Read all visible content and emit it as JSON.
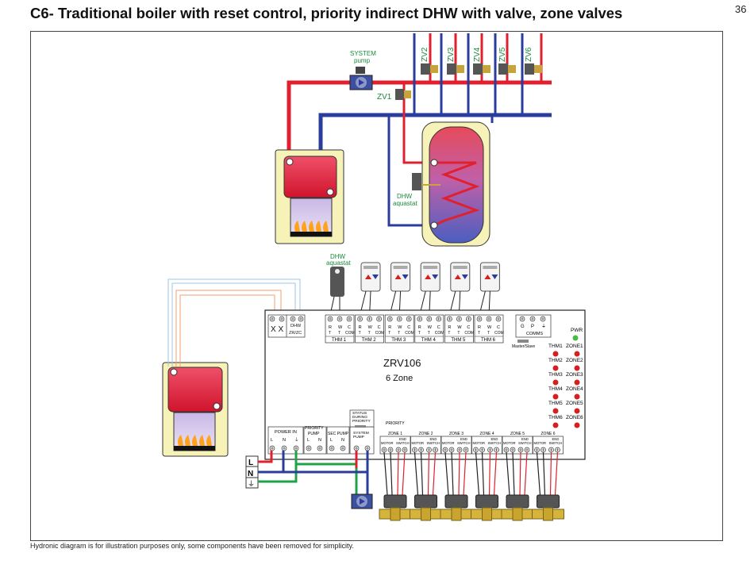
{
  "header": {
    "title": "C6- Traditional boiler with reset control, priority indirect DHW with valve, zone valves",
    "page_number": "36"
  },
  "footer": {
    "note": "Hydronic diagram is for illustration purposes only, some components have been removed for simplicity."
  },
  "pump": {
    "label_line1": "SYSTEM",
    "label_line2": "pump"
  },
  "zone_valves_top": [
    "ZV2",
    "ZV3",
    "ZV4",
    "ZV5",
    "ZV6"
  ],
  "zone_valve_1": "ZV1",
  "dhw_tank_aquastat": {
    "line1": "DHW",
    "line2": "aquastat"
  },
  "dhw_aquastat_device": {
    "line1": "DHW",
    "line2": "aquastat"
  },
  "controller": {
    "model": "ZRV106",
    "zones_label": "6 Zone",
    "left_block": {
      "xx": "X X",
      "dhw_top": "DHW",
      "dhw_bottom": "ZR/ZC"
    },
    "thermostats": [
      {
        "label": "THM 1",
        "terms_top": [
          "R",
          "W",
          "C"
        ],
        "terms_bottom": [
          "T",
          "T",
          "COM"
        ]
      },
      {
        "label": "THM 2",
        "terms_top": [
          "R",
          "W",
          "C"
        ],
        "terms_bottom": [
          "T",
          "T",
          "COM"
        ]
      },
      {
        "label": "THM 3",
        "terms_top": [
          "R",
          "W",
          "C"
        ],
        "terms_bottom": [
          "T",
          "T",
          "COM"
        ]
      },
      {
        "label": "THM 4",
        "terms_top": [
          "R",
          "W",
          "C"
        ],
        "terms_bottom": [
          "T",
          "T",
          "COM"
        ]
      },
      {
        "label": "THM 5",
        "terms_top": [
          "R",
          "W",
          "C"
        ],
        "terms_bottom": [
          "T",
          "T",
          "COM"
        ]
      },
      {
        "label": "THM 6",
        "terms_top": [
          "R",
          "W",
          "C"
        ],
        "terms_bottom": [
          "T",
          "T",
          "COM"
        ]
      }
    ],
    "comms": {
      "label": "COMMS",
      "terms": [
        "G",
        "P",
        "⏚"
      ],
      "master_slave": "Master/Slave"
    },
    "pwr": "PWR",
    "indicators": [
      [
        "THM1",
        "ZONE1"
      ],
      [
        "THM2",
        "ZONE2"
      ],
      [
        "THM3",
        "ZONE3"
      ],
      [
        "THM4",
        "ZONE4"
      ],
      [
        "THM5",
        "ZONE5"
      ],
      [
        "THM6",
        "ZONE6"
      ]
    ],
    "power_in": {
      "label": "POWER IN",
      "terms": [
        "L",
        "N",
        "⏚"
      ]
    },
    "priority_pump": {
      "line1": "PRIORITY",
      "line2": "PUMP",
      "terms": [
        "L",
        "N"
      ]
    },
    "sec_pump": {
      "label": "SEC PUMP",
      "terms": [
        "L",
        "N"
      ]
    },
    "status_block": {
      "line1": "STATUS",
      "line2": "DURING",
      "line3": "PRIORITY",
      "line4": "SYSTEM",
      "line5": "PUMP"
    },
    "zones": [
      {
        "label": "ZONE 1",
        "priority": "PRIORITY"
      },
      {
        "label": "ZONE 2",
        "priority": ""
      },
      {
        "label": "ZONE 3",
        "priority": ""
      },
      {
        "label": "ZONE 4",
        "priority": ""
      },
      {
        "label": "ZONE 5",
        "priority": ""
      },
      {
        "label": "ZONE 6",
        "priority": ""
      }
    ],
    "zone_terms": {
      "motor": "MOTOR",
      "end": "END",
      "switch": "SWITCH"
    }
  },
  "power_source": {
    "terms": [
      "L",
      "N",
      "⏚"
    ]
  },
  "colors": {
    "hot_pipe": "#e0202e",
    "cold_pipe": "#2a3c9c",
    "ground_wire": "#1fa347",
    "boiler_bg": "#f7f2b8",
    "controller_led": "#d62020",
    "pwr_led": "#4cb84c"
  }
}
